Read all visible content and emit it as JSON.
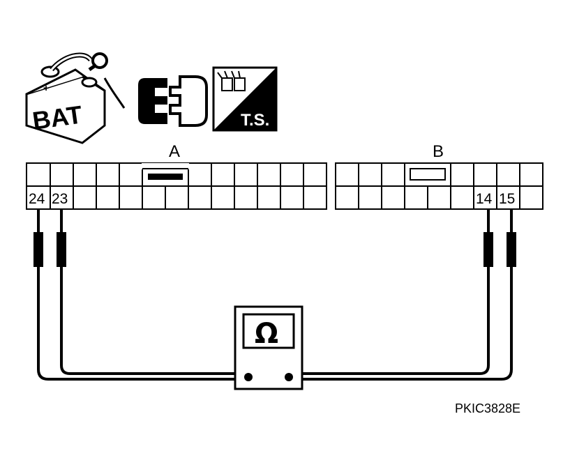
{
  "icons": {
    "battery": {
      "label": "BAT"
    },
    "connector_disconnect": {
      "icon": "connector-disconnect-icon"
    },
    "tech_service": {
      "label": "T.S."
    }
  },
  "connectors": {
    "a": {
      "label": "A"
    },
    "b": {
      "label": "B"
    }
  },
  "pins": {
    "a_24": "24",
    "a_23": "23",
    "b_14": "14",
    "b_15": "15"
  },
  "meter": {
    "symbol": "Ω"
  },
  "reference_code": "PKIC3828E"
}
